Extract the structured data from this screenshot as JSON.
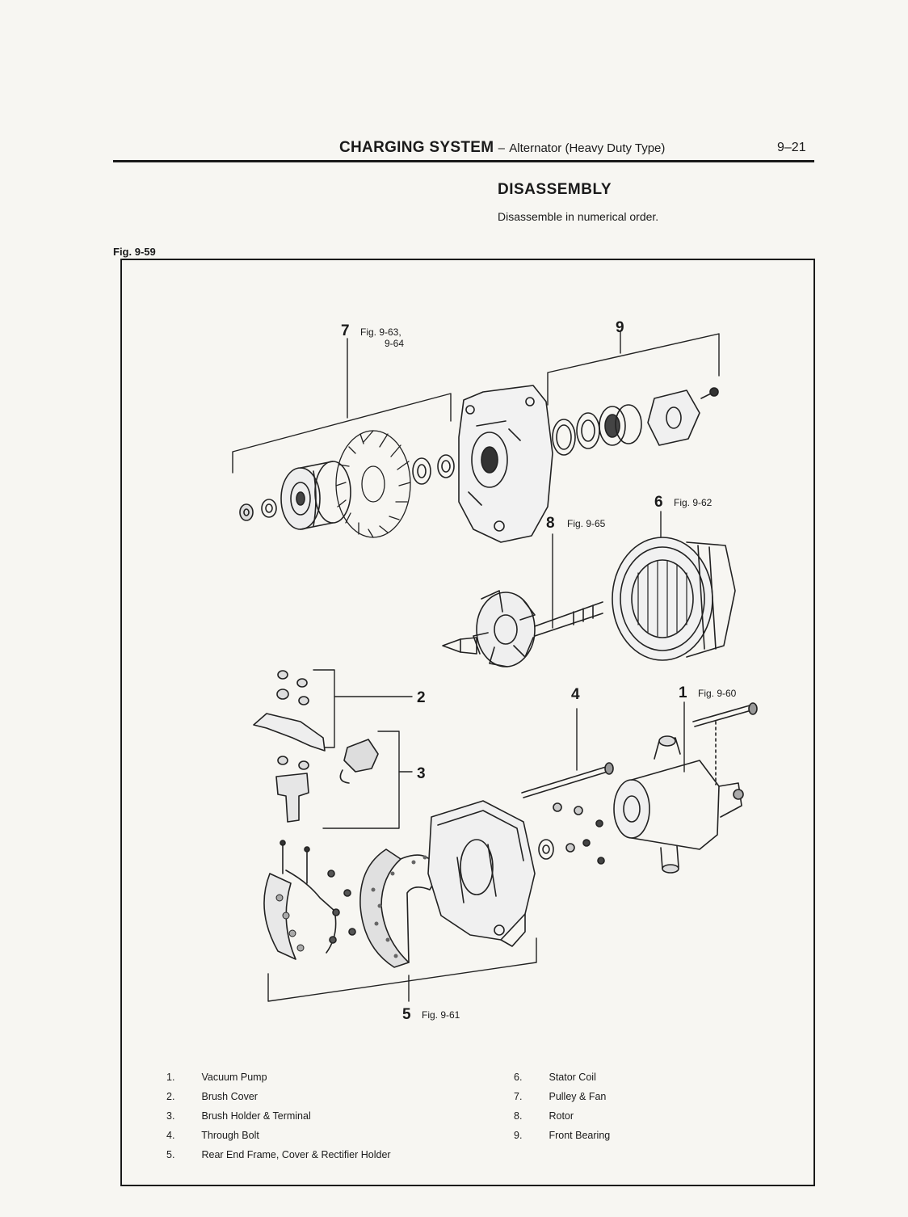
{
  "header": {
    "section": "CHARGING SYSTEM",
    "dash": "–",
    "subsection": "Alternator (Heavy Duty Type)",
    "page": "9–21"
  },
  "section": {
    "heading": "DISASSEMBLY",
    "instruction": "Disassemble in numerical order."
  },
  "figure": {
    "label": "Fig. 9-59",
    "callouts": [
      {
        "num": "7",
        "ref": "Fig. 9-63,",
        "ref2": "9-64"
      },
      {
        "num": "9",
        "ref": ""
      },
      {
        "num": "6",
        "ref": "Fig. 9-62"
      },
      {
        "num": "8",
        "ref": "Fig. 9-65"
      },
      {
        "num": "2",
        "ref": ""
      },
      {
        "num": "3",
        "ref": ""
      },
      {
        "num": "4",
        "ref": ""
      },
      {
        "num": "1",
        "ref": "Fig. 9-60"
      },
      {
        "num": "5",
        "ref": "Fig. 9-61"
      }
    ]
  },
  "legend": {
    "left": [
      {
        "num": "1.",
        "label": "Vacuum Pump"
      },
      {
        "num": "2.",
        "label": "Brush Cover"
      },
      {
        "num": "3.",
        "label": "Brush Holder & Terminal"
      },
      {
        "num": "4.",
        "label": "Through Bolt"
      },
      {
        "num": "5.",
        "label": "Rear End Frame, Cover & Rectifier Holder"
      }
    ],
    "right": [
      {
        "num": "6.",
        "label": "Stator Coil"
      },
      {
        "num": "7.",
        "label": "Pulley & Fan"
      },
      {
        "num": "8.",
        "label": "Rotor"
      },
      {
        "num": "9.",
        "label": "Front Bearing"
      }
    ]
  }
}
